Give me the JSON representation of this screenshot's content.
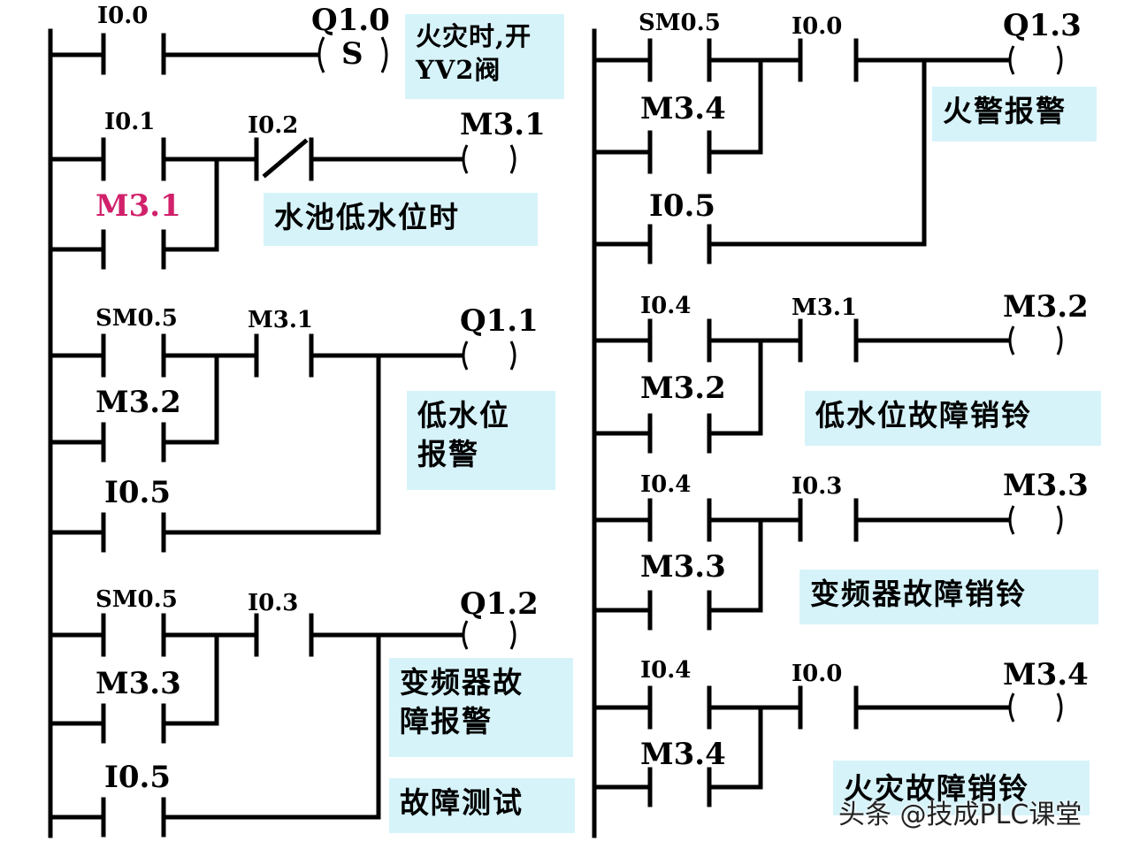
{
  "contacts": {
    "r1_a": "I0.0",
    "r2_a": "I0.1",
    "r2_b": "M3.1",
    "r2_c": "I0.2",
    "r3_a": "SM0.5",
    "r3_b": "M3.2",
    "r3_c": "I0.5",
    "r3_d": "M3.1",
    "r4_a": "SM0.5",
    "r4_b": "M3.3",
    "r4_c": "I0.5",
    "r4_d": "I0.3",
    "r5_a": "SM0.5",
    "r5_b": "M3.4",
    "r5_c": "I0.5",
    "r5_d": "I0.0",
    "r6_a": "I0.4",
    "r6_b": "M3.2",
    "r6_c": "M3.1",
    "r7_a": "I0.4",
    "r7_b": "M3.3",
    "r7_c": "I0.3",
    "r8_a": "I0.4",
    "r8_b": "M3.4",
    "r8_c": "I0.0"
  },
  "coils": {
    "r1": "Q1.0",
    "r1_set": "S",
    "r2": "M3.1",
    "r3": "Q1.1",
    "r4": "Q1.2",
    "r5": "Q1.3",
    "r6": "M3.2",
    "r7": "M3.3",
    "r8": "M3.4",
    "paren": "(  )"
  },
  "notes": {
    "n1": "火灾时,开\nYV2阀",
    "n2": "水池低水位时",
    "n3": "低水位\n报警",
    "n4": "变频器故\n障报警",
    "n5": "故障测试",
    "n6": "火警报警",
    "n7": "低水位故障销铃",
    "n8": "变频器故障销铃",
    "n9": "火灾故障销铃"
  },
  "watermark": "头条 @技成PLC课堂",
  "colors": {
    "note_bg": "#d6f3fa",
    "highlight_label": "#d1216b",
    "wire": "#000000"
  }
}
